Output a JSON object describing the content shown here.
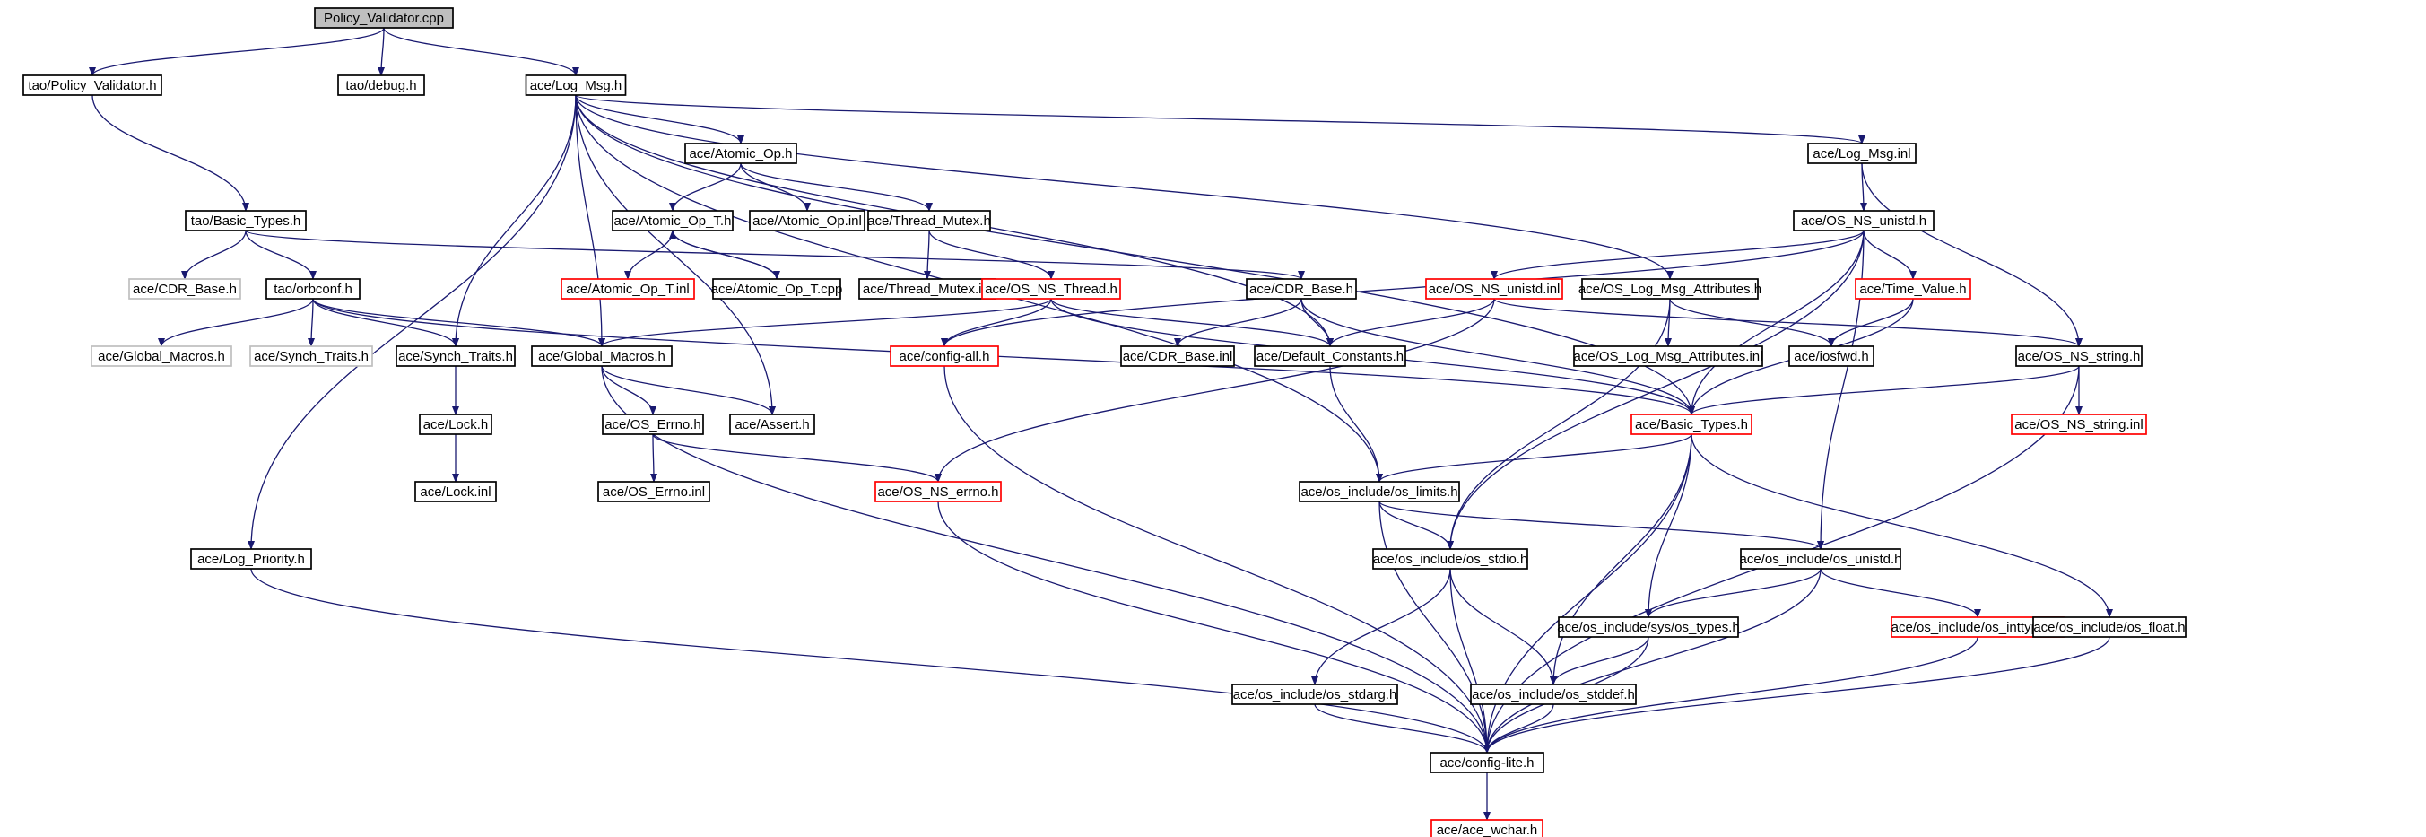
{
  "colors": {
    "edge": "#191970",
    "root_fill": "#bfbfbf",
    "normal_border": "#000000",
    "truncated_border": "#ff0000",
    "external_border": "#bfbfbf",
    "external_text": "#7f7f7f"
  },
  "nodes": [
    {
      "id": "n0",
      "label": "Policy_Validator.cpp",
      "style": "root"
    },
    {
      "id": "n1",
      "label": "tao/Policy_Validator.h",
      "style": "normal"
    },
    {
      "id": "n2",
      "label": "tao/debug.h",
      "style": "normal"
    },
    {
      "id": "n3",
      "label": "ace/Log_Msg.h",
      "style": "normal"
    },
    {
      "id": "n4",
      "label": "tao/Basic_Types.h",
      "style": "normal"
    },
    {
      "id": "n5",
      "label": "ace/CDR_Base.h",
      "style": "external"
    },
    {
      "id": "n6",
      "label": "tao/orbconf.h",
      "style": "normal"
    },
    {
      "id": "n7",
      "label": "ace/Global_Macros.h",
      "style": "external"
    },
    {
      "id": "n8",
      "label": "ace/Synch_Traits.h",
      "style": "external"
    },
    {
      "id": "n9",
      "label": "ace/Synch_Traits.h",
      "style": "normal"
    },
    {
      "id": "n10",
      "label": "ace/Global_Macros.h",
      "style": "normal"
    },
    {
      "id": "n11",
      "label": "ace/Lock.h",
      "style": "normal"
    },
    {
      "id": "n12",
      "label": "ace/Lock.inl",
      "style": "normal"
    },
    {
      "id": "n13",
      "label": "ace/Log_Priority.h",
      "style": "normal"
    },
    {
      "id": "n14",
      "label": "ace/Atomic_Op.h",
      "style": "normal"
    },
    {
      "id": "n15",
      "label": "ace/Atomic_Op_T.h",
      "style": "normal"
    },
    {
      "id": "n16",
      "label": "ace/Atomic_Op.inl",
      "style": "normal"
    },
    {
      "id": "n17",
      "label": "ace/Thread_Mutex.h",
      "style": "normal"
    },
    {
      "id": "n18",
      "label": "ace/Atomic_Op_T.inl",
      "style": "truncated"
    },
    {
      "id": "n19",
      "label": "ace/Atomic_Op_T.cpp",
      "style": "normal"
    },
    {
      "id": "n20",
      "label": "ace/Thread_Mutex.inl",
      "style": "normal"
    },
    {
      "id": "n21",
      "label": "ace/OS_NS_Thread.h",
      "style": "truncated"
    },
    {
      "id": "n22",
      "label": "ace/config-all.h",
      "style": "truncated"
    },
    {
      "id": "n23",
      "label": "ace/OS_Errno.h",
      "style": "normal"
    },
    {
      "id": "n24",
      "label": "ace/OS_Errno.inl",
      "style": "normal"
    },
    {
      "id": "n25",
      "label": "ace/Assert.h",
      "style": "normal"
    },
    {
      "id": "n26",
      "label": "ace/OS_NS_errno.h",
      "style": "truncated"
    },
    {
      "id": "n27",
      "label": "ace/CDR_Base.h",
      "style": "normal"
    },
    {
      "id": "n28",
      "label": "ace/CDR_Base.inl",
      "style": "normal"
    },
    {
      "id": "n29",
      "label": "ace/Default_Constants.h",
      "style": "normal"
    },
    {
      "id": "n30",
      "label": "ace/OS_NS_unistd.inl",
      "style": "truncated"
    },
    {
      "id": "n31",
      "label": "ace/OS_Log_Msg_Attributes.h",
      "style": "normal"
    },
    {
      "id": "n32",
      "label": "ace/OS_Log_Msg_Attributes.inl",
      "style": "normal"
    },
    {
      "id": "n33",
      "label": "ace/iosfwd.h",
      "style": "normal"
    },
    {
      "id": "n34",
      "label": "ace/Time_Value.h",
      "style": "truncated"
    },
    {
      "id": "n35",
      "label": "ace/Log_Msg.inl",
      "style": "normal"
    },
    {
      "id": "n36",
      "label": "ace/OS_NS_unistd.h",
      "style": "normal"
    },
    {
      "id": "n37",
      "label": "ace/OS_NS_string.h",
      "style": "normal"
    },
    {
      "id": "n38",
      "label": "ace/OS_NS_string.inl",
      "style": "truncated"
    },
    {
      "id": "n39",
      "label": "ace/Basic_Types.h",
      "style": "truncated"
    },
    {
      "id": "n40",
      "label": "ace/os_include/os_limits.h",
      "style": "normal"
    },
    {
      "id": "n41",
      "label": "ace/os_include/os_stdio.h",
      "style": "normal"
    },
    {
      "id": "n42",
      "label": "ace/os_include/os_unistd.h",
      "style": "normal"
    },
    {
      "id": "n43",
      "label": "ace/os_include/sys/os_types.h",
      "style": "normal"
    },
    {
      "id": "n44",
      "label": "ace/os_include/os_inttypes.h",
      "style": "truncated"
    },
    {
      "id": "n45",
      "label": "ace/os_include/os_float.h",
      "style": "normal"
    },
    {
      "id": "n46",
      "label": "ace/os_include/os_stdarg.h",
      "style": "normal"
    },
    {
      "id": "n47",
      "label": "ace/os_include/os_stddef.h",
      "style": "normal"
    },
    {
      "id": "n48",
      "label": "ace/config-lite.h",
      "style": "normal"
    },
    {
      "id": "n49",
      "label": "ace/ace_wchar.h",
      "style": "truncated"
    }
  ],
  "edges": [
    [
      "n0",
      "n1"
    ],
    [
      "n0",
      "n2"
    ],
    [
      "n0",
      "n3"
    ],
    [
      "n1",
      "n4"
    ],
    [
      "n4",
      "n5"
    ],
    [
      "n4",
      "n6"
    ],
    [
      "n4",
      "n27"
    ],
    [
      "n6",
      "n7"
    ],
    [
      "n6",
      "n8"
    ],
    [
      "n6",
      "n9"
    ],
    [
      "n6",
      "n10"
    ],
    [
      "n6",
      "n39"
    ],
    [
      "n3",
      "n13"
    ],
    [
      "n3",
      "n9"
    ],
    [
      "n3",
      "n10"
    ],
    [
      "n3",
      "n25"
    ],
    [
      "n3",
      "n14"
    ],
    [
      "n3",
      "n29"
    ],
    [
      "n3",
      "n31"
    ],
    [
      "n3",
      "n35"
    ],
    [
      "n3",
      "n40"
    ],
    [
      "n3",
      "n39"
    ],
    [
      "n14",
      "n15"
    ],
    [
      "n14",
      "n16"
    ],
    [
      "n14",
      "n17"
    ],
    [
      "n15",
      "n18"
    ],
    [
      "n15",
      "n19"
    ],
    [
      "n19",
      "n15"
    ],
    [
      "n17",
      "n20"
    ],
    [
      "n17",
      "n21"
    ],
    [
      "n21",
      "n10"
    ],
    [
      "n21",
      "n22"
    ],
    [
      "n21",
      "n29"
    ],
    [
      "n21",
      "n39"
    ],
    [
      "n9",
      "n11"
    ],
    [
      "n11",
      "n12"
    ],
    [
      "n10",
      "n23"
    ],
    [
      "n10",
      "n25"
    ],
    [
      "n10",
      "n48"
    ],
    [
      "n23",
      "n24"
    ],
    [
      "n23",
      "n26"
    ],
    [
      "n27",
      "n28"
    ],
    [
      "n27",
      "n29"
    ],
    [
      "n27",
      "n39"
    ],
    [
      "n29",
      "n40"
    ],
    [
      "n35",
      "n36"
    ],
    [
      "n35",
      "n37"
    ],
    [
      "n36",
      "n30"
    ],
    [
      "n36",
      "n22"
    ],
    [
      "n36",
      "n34"
    ],
    [
      "n36",
      "n39"
    ],
    [
      "n36",
      "n41"
    ],
    [
      "n36",
      "n42"
    ],
    [
      "n30",
      "n29"
    ],
    [
      "n30",
      "n26"
    ],
    [
      "n30",
      "n37"
    ],
    [
      "n31",
      "n32"
    ],
    [
      "n31",
      "n33"
    ],
    [
      "n31",
      "n41"
    ],
    [
      "n34",
      "n33"
    ],
    [
      "n34",
      "n39"
    ],
    [
      "n37",
      "n38"
    ],
    [
      "n37",
      "n39"
    ],
    [
      "n37",
      "n48"
    ],
    [
      "n39",
      "n40"
    ],
    [
      "n39",
      "n43"
    ],
    [
      "n39",
      "n47"
    ],
    [
      "n39",
      "n45"
    ],
    [
      "n39",
      "n48"
    ],
    [
      "n40",
      "n41"
    ],
    [
      "n40",
      "n42"
    ],
    [
      "n40",
      "n48"
    ],
    [
      "n41",
      "n46"
    ],
    [
      "n41",
      "n47"
    ],
    [
      "n41",
      "n48"
    ],
    [
      "n42",
      "n43"
    ],
    [
      "n42",
      "n44"
    ],
    [
      "n42",
      "n48"
    ],
    [
      "n43",
      "n47"
    ],
    [
      "n43",
      "n48"
    ],
    [
      "n44",
      "n48"
    ],
    [
      "n45",
      "n48"
    ],
    [
      "n46",
      "n48"
    ],
    [
      "n47",
      "n48"
    ],
    [
      "n22",
      "n48"
    ],
    [
      "n26",
      "n48"
    ],
    [
      "n13",
      "n48"
    ],
    [
      "n48",
      "n49"
    ]
  ]
}
